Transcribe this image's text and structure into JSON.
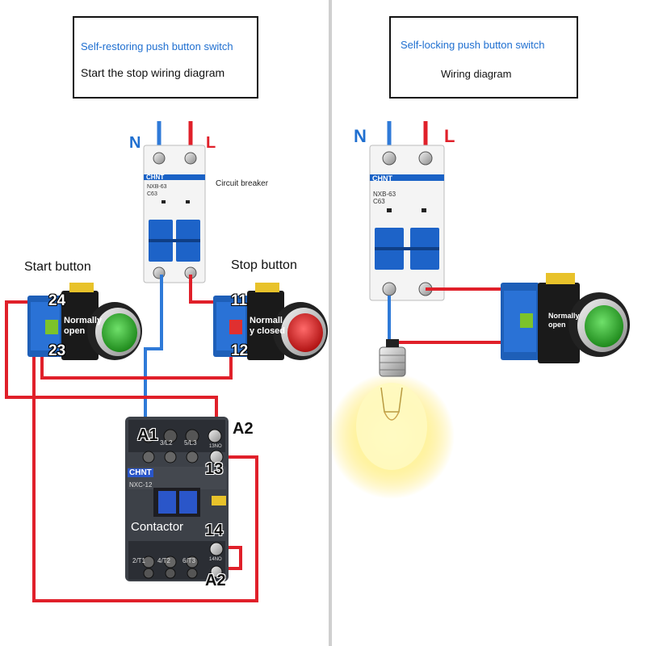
{
  "left_panel": {
    "title_line1": "Self-restoring push button switch",
    "title_line2": "Start the stop wiring diagram",
    "neutral_label": "N",
    "live_label": "L",
    "breaker_label": "Circuit breaker",
    "breaker_brand": "CHNT",
    "breaker_model": "NXB-63",
    "breaker_rating": "C63",
    "start_button_label": "Start button",
    "stop_button_label": "Stop button",
    "start_contact_text": "Normally open",
    "stop_contact_text": "Normally closed",
    "stop_contact_text_visible": "Normall\ny closed",
    "start_terminal_top": "24",
    "start_terminal_bottom": "23",
    "stop_terminal_top": "11",
    "stop_terminal_bottom": "12",
    "contactor_label": "Contactor",
    "contactor_brand": "CHNT",
    "contactor_model": "NXC-12",
    "contactor_terminals": {
      "a1": "A1",
      "a2_top": "A2",
      "t13": "13",
      "t14": "14",
      "a2_bottom": "A2"
    },
    "contactor_top_labels": [
      "3/L2",
      "5/L3",
      "13NO"
    ],
    "contactor_bottom_labels": [
      "2/T1",
      "4/T2",
      "6/T3",
      "14NO"
    ]
  },
  "right_panel": {
    "title_line1": "Self-locking push button switch",
    "title_line2": "Wiring diagram",
    "neutral_label": "N",
    "live_label": "L",
    "breaker_brand": "CHNT",
    "breaker_model": "NXB-63",
    "breaker_rating": "C63",
    "button_contact_text": "Normally open"
  },
  "colors": {
    "neutral_wire": "#2f7ad8",
    "live_wire": "#e0202a",
    "blue_text": "#1f6fd0",
    "button_green": "#2fa82a",
    "button_red": "#d41e1e",
    "contact_block_blue": "#1e5fb8",
    "contactor_gray": "#3d4148",
    "bulb_glow": "#fff3a0"
  }
}
